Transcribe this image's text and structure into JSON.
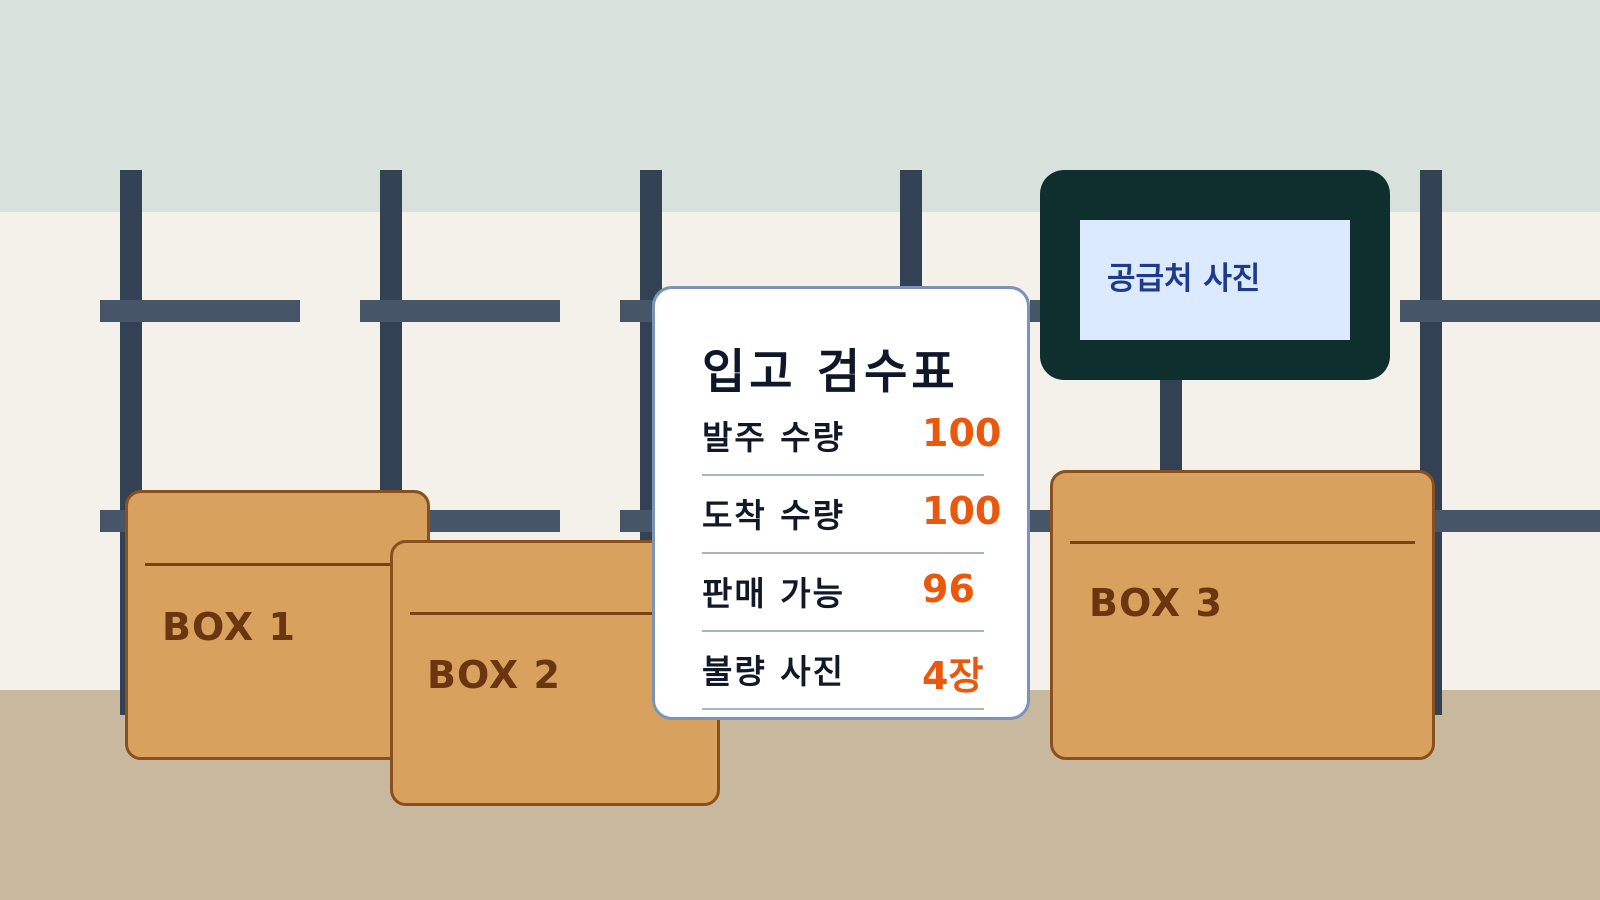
{
  "scene": {
    "colors": {
      "sky": "#d8e1dc",
      "wall": "#f3f1ea",
      "floor": "#c8b89e",
      "rack": "#334155",
      "box": "#d8a25e",
      "box_text": "#6b3512",
      "sign_frame": "#0f2f2f",
      "sign_screen": "#dbeafe",
      "card_accent": "#ea580c"
    }
  },
  "boxes": [
    {
      "label": "BOX 1"
    },
    {
      "label": "BOX 2"
    },
    {
      "label": "BOX 3"
    }
  ],
  "sign": {
    "text": "공급처 사진"
  },
  "inspection_card": {
    "title": "입고 검수표",
    "rows": [
      {
        "label": "발주 수량",
        "value": "100"
      },
      {
        "label": "도착 수량",
        "value": "100"
      },
      {
        "label": "판매 가능",
        "value": "96"
      },
      {
        "label": "불량 사진",
        "value": "4장"
      }
    ]
  }
}
